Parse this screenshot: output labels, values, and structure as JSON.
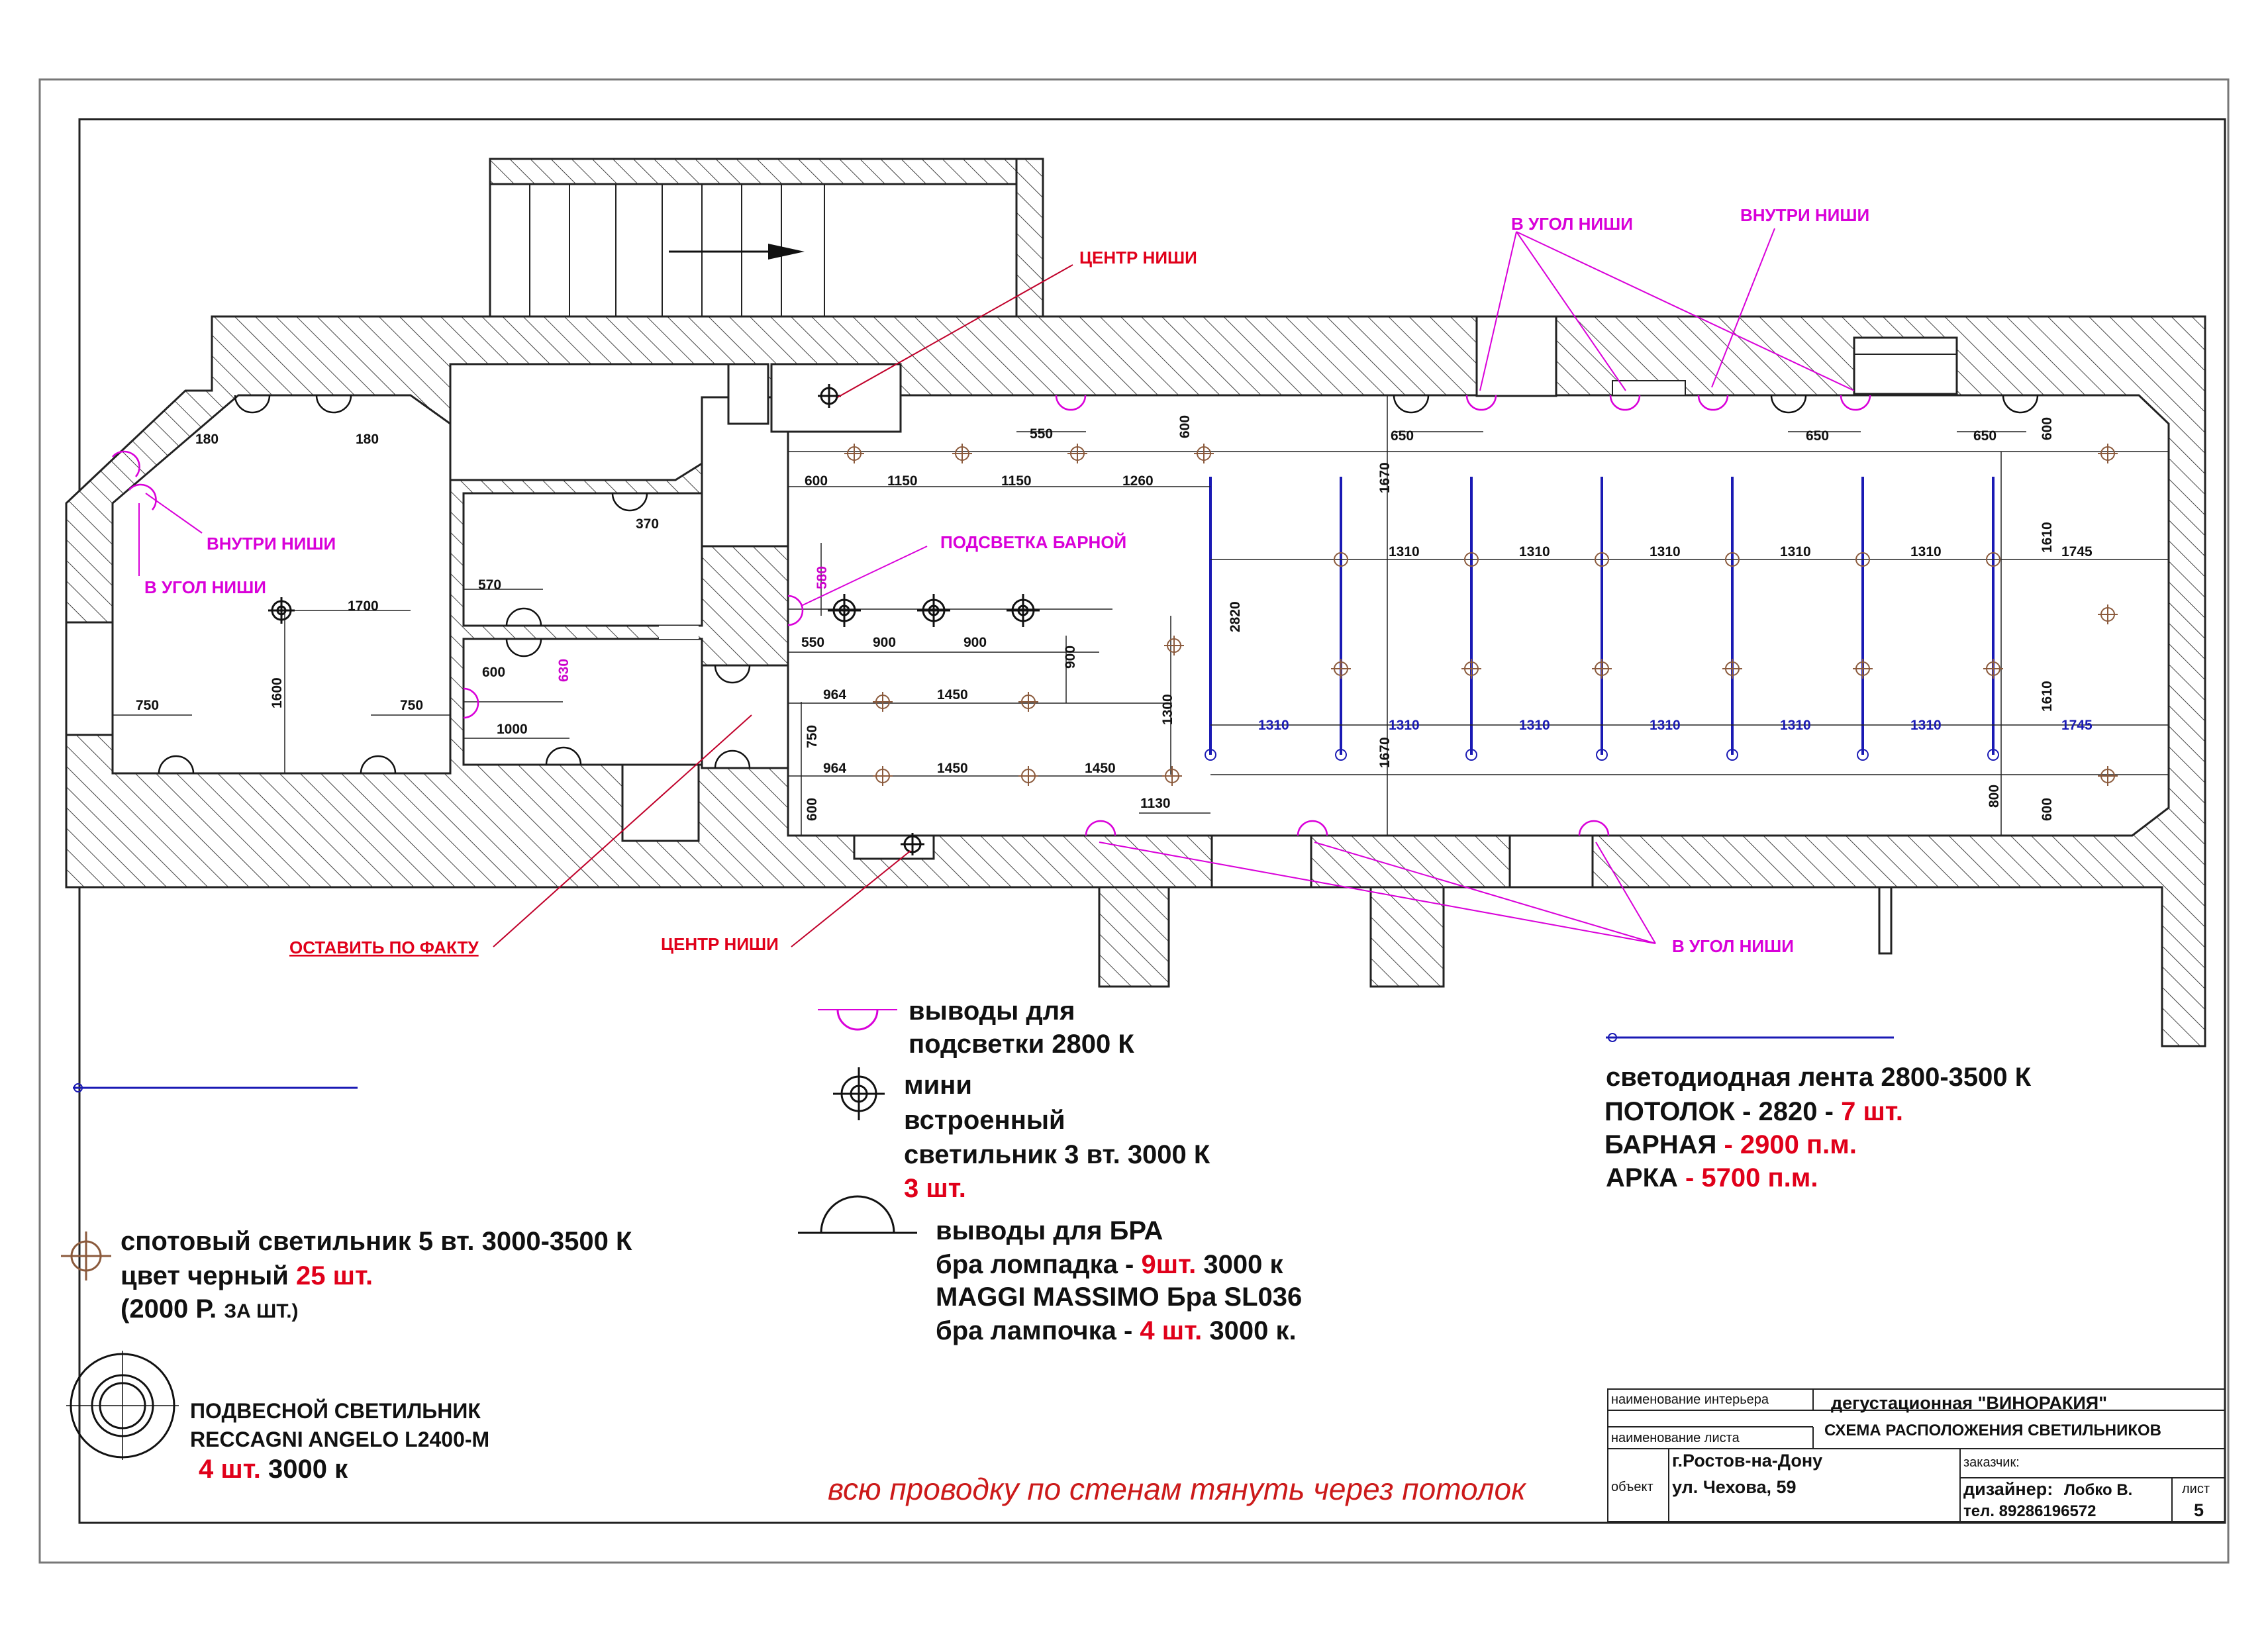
{
  "colors": {
    "magenta": "#d900d9",
    "red": "#e0001a",
    "blue": "#1a1ab4",
    "spot": "#8b5a3c",
    "wall_hatch": "#333333"
  },
  "annotations": {
    "center_niche_top": "ЦЕНТР НИШИ",
    "corner_niche_top": "В УГОЛ НИШИ",
    "inside_niche_top": "ВНУТРИ НИШИ",
    "inside_niche_left": "ВНУТРИ НИШИ",
    "corner_niche_left": "В УГОЛ НИШИ",
    "bar_lighting": "ПОДСВЕТКА БАРНОЙ",
    "leave_as_is": "ОСТАВИТЬ ПО ФАКТУ",
    "center_niche_bottom": "ЦЕНТР НИШИ",
    "corner_niche_bottom": "В УГОЛ НИШИ"
  },
  "dimensions": {
    "d180a": "180",
    "d180b": "180",
    "d370": "370",
    "d570": "570",
    "d1700": "1700",
    "d1600": "1600",
    "d750a": "750",
    "d750b": "750",
    "d600a": "600",
    "d630": "630",
    "d1000": "1000",
    "d550top": "550",
    "d600top": "600",
    "d600r1": "600",
    "d1150a": "1150",
    "d1150b": "1150",
    "d1260": "1260",
    "d580": "580",
    "d550": "550",
    "d900a": "900",
    "d900b": "900",
    "d900v": "900",
    "d964a": "964",
    "d1450a": "1450",
    "d964b": "964",
    "d1450b": "1450",
    "d1450c": "1450",
    "d750v": "750",
    "d600v": "600",
    "d1300": "1300",
    "d1130": "1130",
    "d2820": "2820",
    "d1670a": "1670",
    "d1670b": "1670",
    "d650a": "650",
    "d650b": "650",
    "d650c": "650",
    "d600rt": "600",
    "d1610a": "1610",
    "d1610b": "1610",
    "d1745a": "1745",
    "d1745b": "1745",
    "d800": "800",
    "d600rb": "600",
    "row1": [
      "1310",
      "1310",
      "1310",
      "1310",
      "1310"
    ],
    "row2": [
      "1310",
      "1310",
      "1310",
      "1310",
      "1310",
      "1310"
    ]
  },
  "legend": {
    "bra_led_title1": "выводы для",
    "bra_led_title2": "подсветки 2800 К",
    "mini1": "мини",
    "mini2": "встроенный",
    "mini3": "светильник 3 вт. 3000 К",
    "mini4": "3 шт.",
    "bra1": "выводы для БРА",
    "bra2a": "бра ломпадка - ",
    "bra2b": "9шт.",
    "bra2c": " 3000 к",
    "bra3": "MAGGI MASSIMO Бра SL036",
    "bra4a": "бра лампочка - ",
    "bra4b": "4 шт.",
    "bra4c": " 3000 к.",
    "spot1": "спотовый светильник 5 вт. 3000-3500 К",
    "spot2a": "цвет черный ",
    "spot2b": "25 шт.",
    "spot3a": "(2000 Р. ",
    "spot3b": "ЗА ШТ.)",
    "pend1": "ПОДВЕСНОЙ СВЕТИЛЬНИК",
    "pend2": "RECCAGNI ANGELO L2400-M",
    "pend3a": "4 шт.",
    "pend3b": " 3000 к",
    "led1": "светодиодная лента 2800-3500 К",
    "led2a": "ПОТОЛОК - 2820 - ",
    "led2b": "7 шт.",
    "led3a": "БАРНАЯ ",
    "led3b": "- 2900 п.м.",
    "led4a": "АРКА ",
    "led4b": "- 5700 п.м."
  },
  "note": "всю проводку по стенам тянуть через потолок",
  "title_block": {
    "interior_label": "наименование интерьера",
    "interior_value": "дегустационная  \"ВИНОРАКИЯ\"",
    "sheet_name_label": "наименование листа",
    "sheet_name_value": "СХЕМА РАСПОЛОЖЕНИЯ СВЕТИЛЬНИКОВ",
    "object_label": "объект",
    "city": "г.Ростов-на-Дону",
    "street": "ул. Чехова, 59",
    "client_label": "заказчик:",
    "designer_label": "дизайнер:",
    "designer_name": "Лобко В.",
    "phone": "тел. 89286196572",
    "sheet_label": "лист",
    "sheet_number": "5"
  }
}
